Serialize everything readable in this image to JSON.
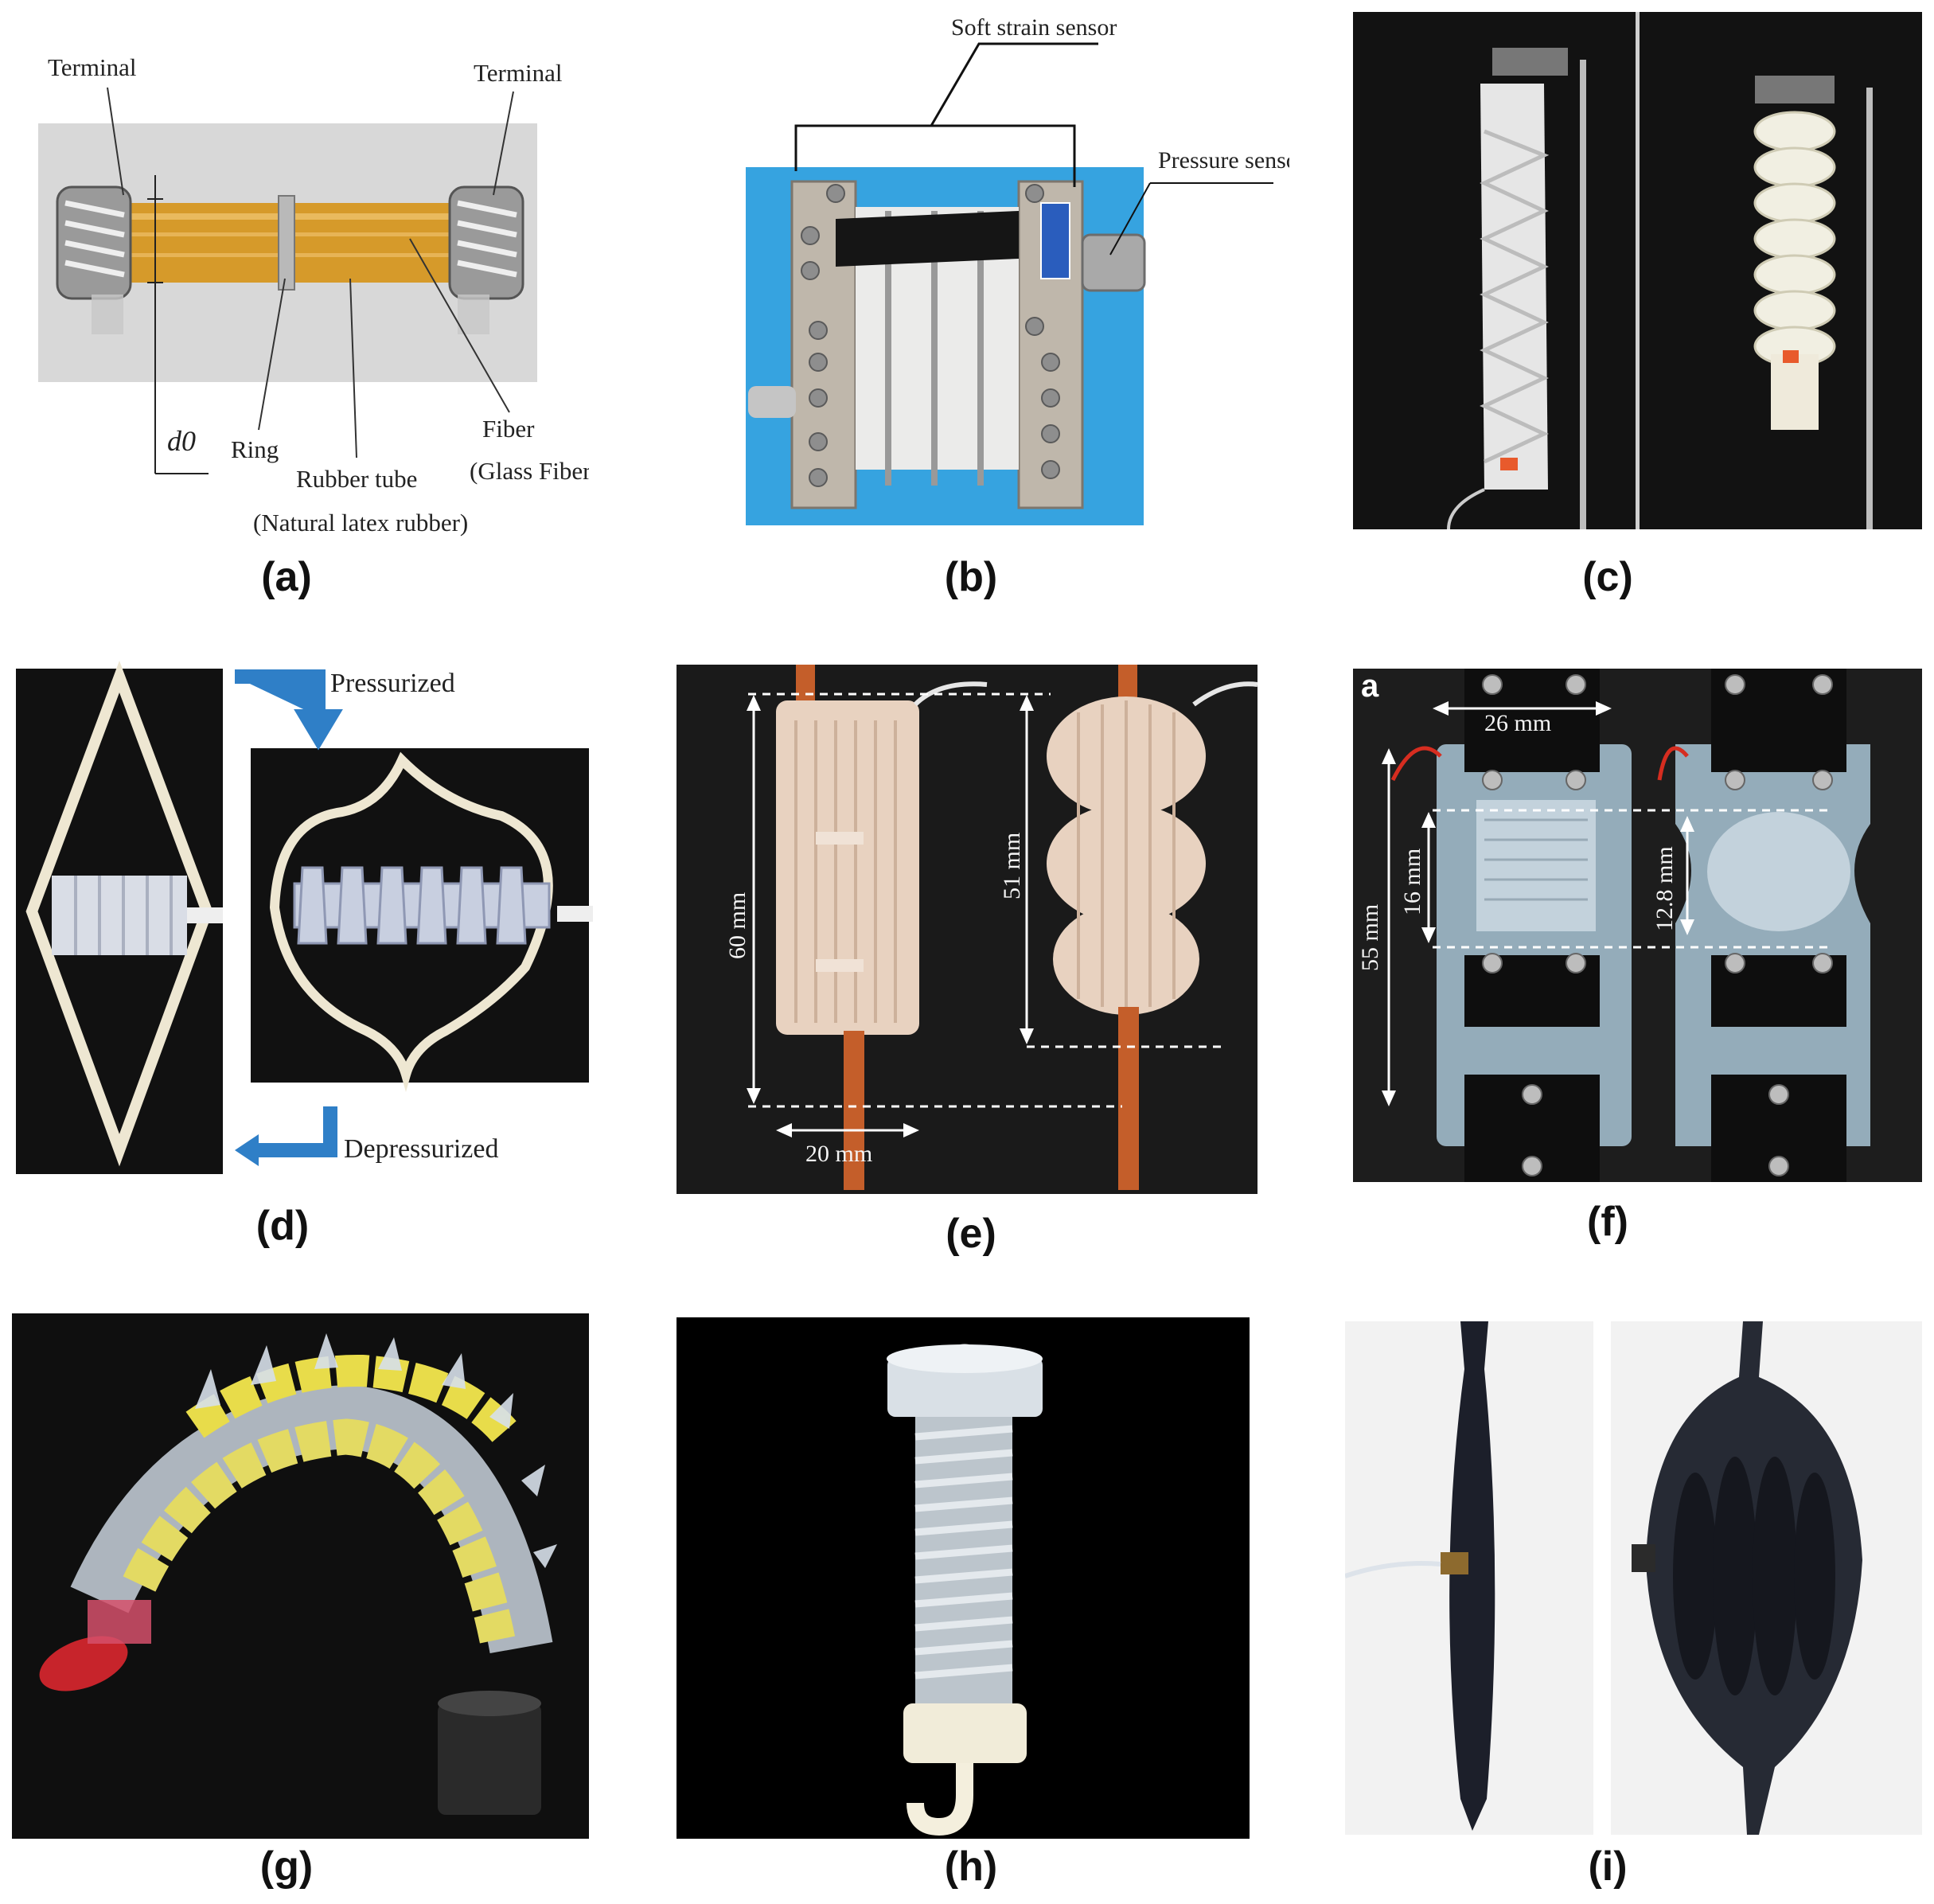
{
  "captions": {
    "a": "(a)",
    "b": "(b)",
    "c": "(c)",
    "d": "(d)",
    "e": "(e)",
    "f": "(f)",
    "g": "(g)",
    "h": "(h)",
    "i": "(i)"
  },
  "panel_a": {
    "terminal_left": "Terminal",
    "terminal_right": "Terminal",
    "d0": "d0",
    "ring": "Ring",
    "rubber_tube": "Rubber tube",
    "natural_latex": "(Natural latex rubber)",
    "fiber": "Fiber",
    "glass_fiber": "(Glass Fiber)"
  },
  "panel_b": {
    "soft_strain_sensor": "Soft strain sensor",
    "pressure_sensor": "Pressure sensor"
  },
  "panel_d": {
    "pressurized": "Pressurized",
    "depressurized": "Depressurized"
  },
  "panel_e": {
    "len_60": "60 mm",
    "len_51": "51 mm",
    "width_20": "20 mm"
  },
  "panel_f": {
    "sub_a": "a",
    "w26": "26 mm",
    "h55": "55 mm",
    "h16": "16 mm",
    "h128": "12.8 mm"
  },
  "colors": {
    "tube_amber": "#d69a2a",
    "sky_blue": "#36a3e0",
    "arrow_blue": "#2f7fc7",
    "dark_bg": "#121212"
  }
}
